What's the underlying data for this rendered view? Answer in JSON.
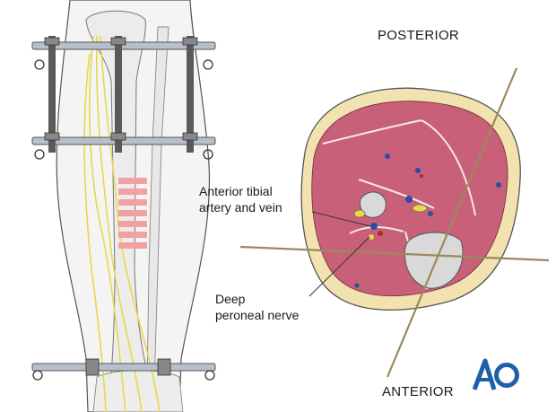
{
  "labels": {
    "posterior": "POSTERIOR",
    "anterior": "ANTERIOR",
    "artery_line1": "Anterior tibial",
    "artery_line2": "artery and vein",
    "nerve_line1": "Deep",
    "nerve_line2": "peroneal nerve"
  },
  "logo": {
    "text": "AO"
  },
  "colors": {
    "muscle": "#c8607a",
    "bone": "#d9d9d9",
    "nerve": "#e8d84a",
    "fat": "#f3e6b8",
    "skin": "#f2e2b0",
    "frame": "#9aa4b2",
    "rod": "#4a4a4a",
    "safe_zone": "#f2a0a0",
    "logo": "#1f5fa8"
  },
  "icons": [
    "ao-logo-icon"
  ]
}
